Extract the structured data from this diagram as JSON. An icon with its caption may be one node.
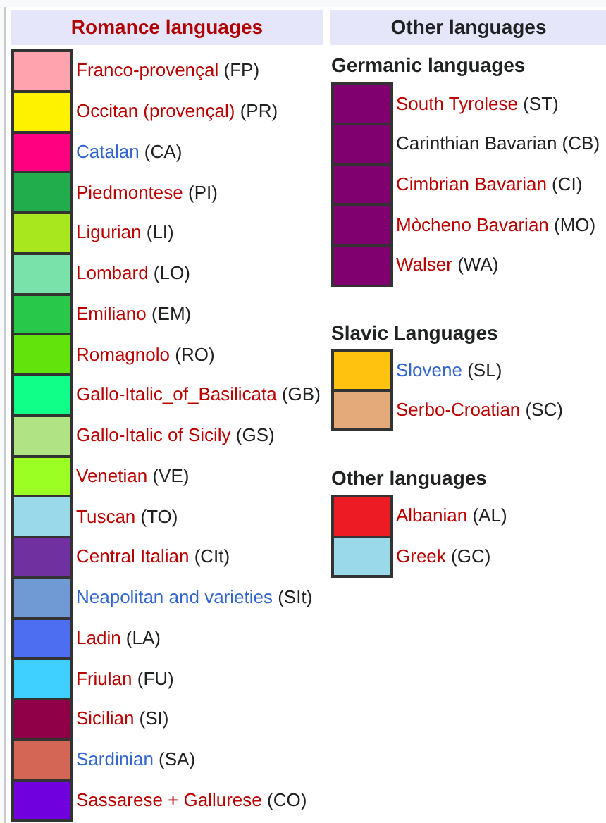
{
  "diagram": {
    "labels": [
      "Romance languages",
      "Other languages",
      "Germanic languages",
      "Slavic Languages",
      "Other languages"
    ],
    "legend": [
      {
        "text": "Franco-provençal (FP)",
        "color": "#ffa4ae"
      },
      {
        "text": "Occitan (provençal) (PR)",
        "color": "#fff200"
      },
      {
        "text": "Catalan (CA)",
        "color": "#ff0080"
      },
      {
        "text": "Piedmontese (PI)",
        "color": "#22ad4c"
      },
      {
        "text": "Ligurian (LI)",
        "color": "#a8e61d"
      },
      {
        "text": "Lombard (LO)",
        "color": "#78e2aa"
      },
      {
        "text": "Emiliano (EM)",
        "color": "#28c84a"
      },
      {
        "text": "Romagnolo (RO)",
        "color": "#62e30c"
      },
      {
        "text": "Gallo-Italic_of_Basilicata (GB)",
        "color": "#10ff88"
      },
      {
        "text": "Gallo-Italic of Sicily (GS)",
        "color": "#b0e384"
      },
      {
        "text": "Venetian (VE)",
        "color": "#9cff24"
      },
      {
        "text": "Tuscan (TO)",
        "color": "#99d9ea"
      },
      {
        "text": "Central Italian (CIt)",
        "color": "#7030a0"
      },
      {
        "text": "Neapolitan and varieties (SIt)",
        "color": "#709ad4"
      },
      {
        "text": "Ladin (LA)",
        "color": "#4e6ef2"
      },
      {
        "text": "Friulan (FU)",
        "color": "#40d0ff"
      },
      {
        "text": "Sicilian (SI)",
        "color": "#900048"
      },
      {
        "text": "Sardinian (SA)",
        "color": "#d36654"
      },
      {
        "text": "Sassarese + Gallurese (CO)",
        "color": "#7000de"
      },
      {
        "text": "South Tyrolese (ST)",
        "color": "#800070"
      },
      {
        "text": "Carinthian Bavarian (CB)",
        "color": "#800070"
      },
      {
        "text": "Cimbrian Bavarian (CI)",
        "color": "#800070"
      },
      {
        "text": "Mòcheno Bavarian (MO)",
        "color": "#800070"
      },
      {
        "text": "Walser (WA)",
        "color": "#800070"
      },
      {
        "text": "Slovene (SL)",
        "color": "#ffc20e"
      },
      {
        "text": "Serbo-Croatian (SC)",
        "color": "#e4aa7a"
      },
      {
        "text": "Albanian (AL)",
        "color": "#ed1c24"
      },
      {
        "text": "Greek (GC)",
        "color": "#99d9ea"
      }
    ]
  }
}
